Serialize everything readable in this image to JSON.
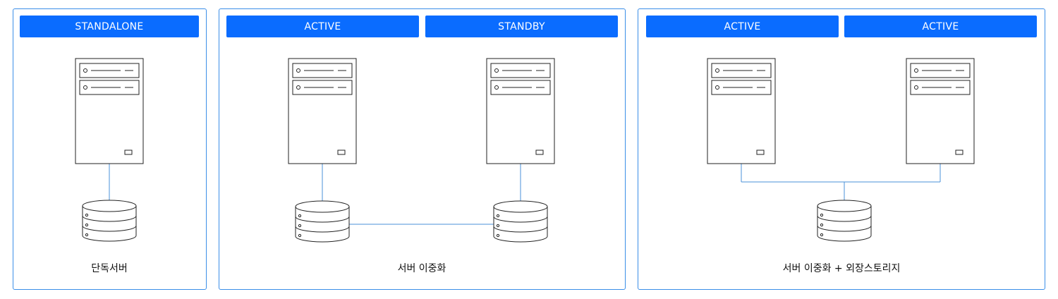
{
  "panels": [
    {
      "badges": [
        "STANDALONE"
      ],
      "caption": "단독서버"
    },
    {
      "badges": [
        "ACTIVE",
        "STANDBY"
      ],
      "caption": "서버 이중화"
    },
    {
      "badges": [
        "ACTIVE",
        "ACTIVE"
      ],
      "caption": "서버 이중화 + 외장스토리지"
    }
  ],
  "colors": {
    "accent": "#0a6cff",
    "border": "#3b8ee8",
    "line": "#4a90d9",
    "stroke": "#222222"
  },
  "icons": [
    "server-tower-icon",
    "database-icon"
  ]
}
